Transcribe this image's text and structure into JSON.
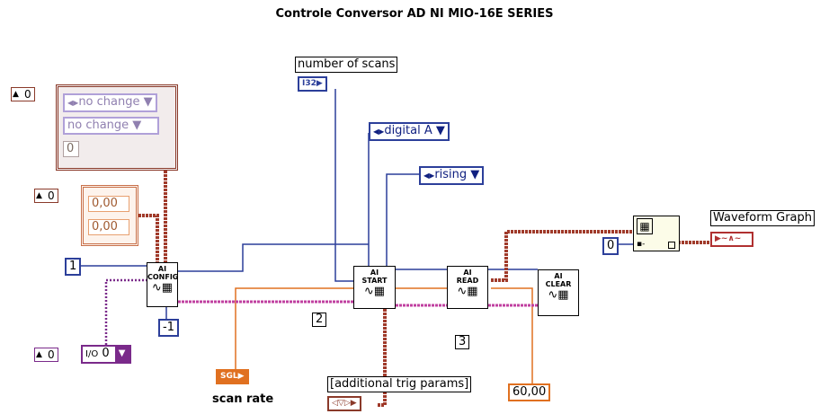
{
  "title": "Controle Conversor AD NI MIO-16E SERIES",
  "labels": {
    "number_of_scans": "number of scans",
    "waveform_graph": "Waveform Graph",
    "scan_rate": "scan rate",
    "additional_trig": "[additional trig params]"
  },
  "terminals": {
    "i32": "I32",
    "sgl": "SGL",
    "wave": "~∧~",
    "cluster": "◁▽▷"
  },
  "rings": {
    "digital": "digital A",
    "rising": "rising",
    "no_change_1": "no change",
    "no_change_2": "no change",
    "io": "0"
  },
  "constants": {
    "one": "1",
    "minus_one": "-1",
    "zero_graph": "0",
    "sixty": "60,00",
    "cluster_num": "0",
    "limit_hi": "0,00",
    "limit_lo": "0,00"
  },
  "indices": {
    "top": "0",
    "mid": "0",
    "bottom": "0"
  },
  "vis": {
    "config": {
      "line1": "AI",
      "line2": "CONFIG"
    },
    "start": {
      "line1": "AI",
      "line2": "START"
    },
    "read": {
      "line1": "AI",
      "line2": "READ"
    },
    "clear": {
      "line1": "AI",
      "line2": "CLEAR"
    }
  },
  "steps": {
    "two": "2",
    "three": "3"
  },
  "colors": {
    "blue_wire": "#2c3f9a",
    "orange_wire": "#e07020",
    "pink_wire": "#c040a0",
    "brown_wire": "#a03a2a",
    "purple_wire": "#7a2a8a"
  }
}
